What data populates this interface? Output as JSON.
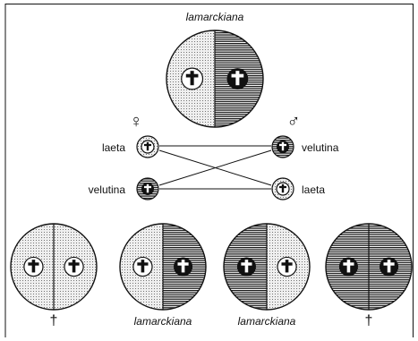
{
  "title": "lamarckiana",
  "parent_circle": {
    "left": "light",
    "right": "dark"
  },
  "female": {
    "symbol": "♀",
    "gametes": [
      {
        "label": "laeta",
        "type": "light"
      },
      {
        "label": "velutina",
        "type": "dark"
      }
    ]
  },
  "male": {
    "symbol": "♂",
    "gametes": [
      {
        "label": "velutina",
        "type": "dark"
      },
      {
        "label": "laeta",
        "type": "light"
      }
    ]
  },
  "offspring": [
    {
      "left": "light",
      "right": "light",
      "label": "†",
      "label_style": "symbol"
    },
    {
      "left": "light",
      "right": "dark",
      "label": "lamarckiana",
      "label_style": "italic"
    },
    {
      "left": "dark",
      "right": "light",
      "label": "lamarckiana",
      "label_style": "italic"
    },
    {
      "left": "dark",
      "right": "dark",
      "label": "†",
      "label_style": "symbol"
    }
  ],
  "colors": {
    "ink": "#111111",
    "dot_fill": "#e9e9e9",
    "dark_disc": "#111111",
    "light_disc": "#ffffff"
  }
}
